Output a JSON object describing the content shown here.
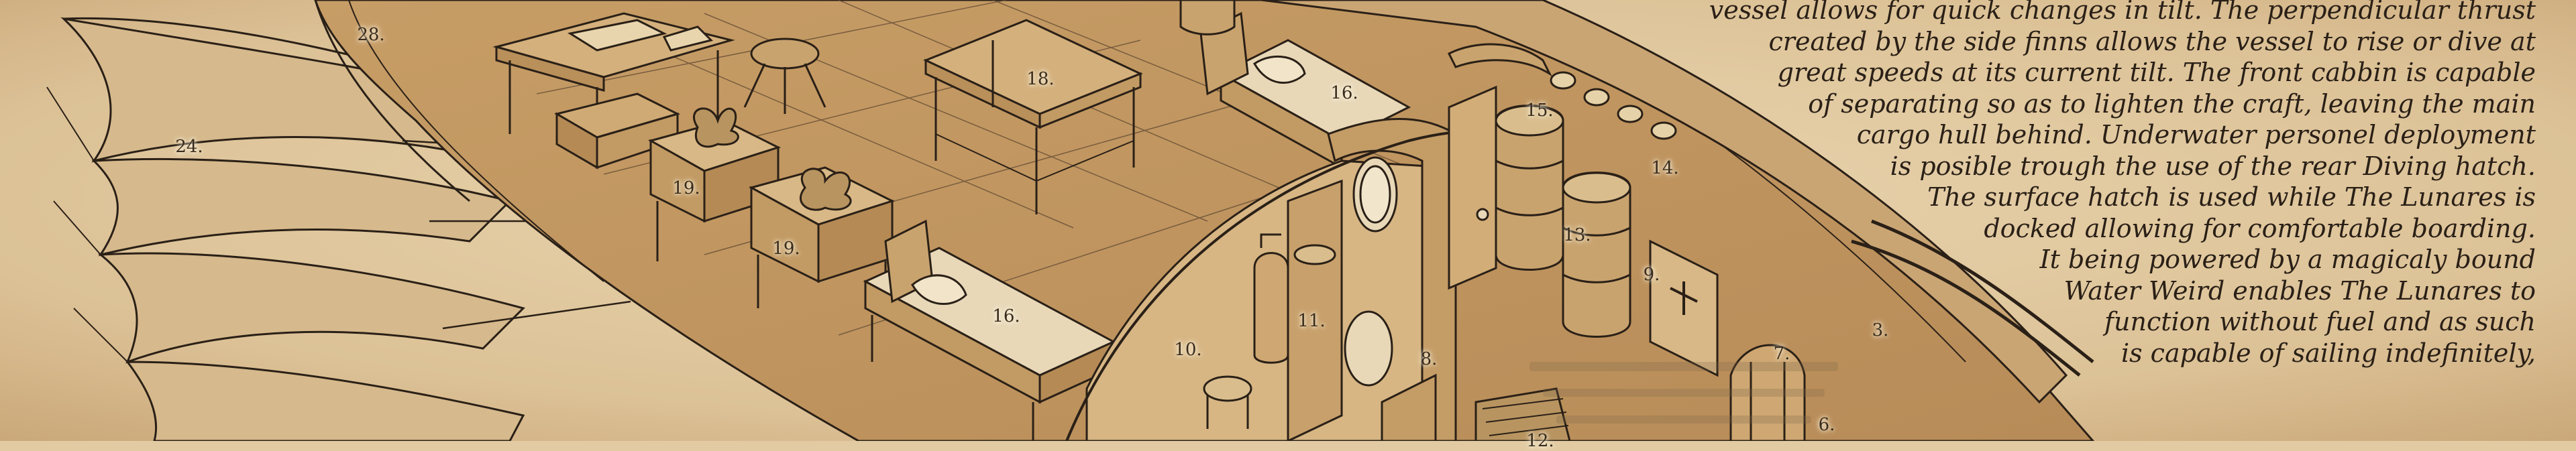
{
  "labels": {
    "n28": "28.",
    "n24": "24.",
    "n18": "18.",
    "n16a": "16.",
    "n16b": "16.",
    "n15": "15.",
    "n14": "14.",
    "n19a": "19.",
    "n19b": "19.",
    "n13": "13.",
    "n9": "9.",
    "n11": "11.",
    "n10": "10.",
    "n8": "8.",
    "n7": "7.",
    "n6": "6.",
    "n3": "3.",
    "n12": "12."
  },
  "description": [
    "vessel allows for quick changes in tilt. The perpendicular thrust",
    "created by the side finns allows the vessel to rise or dive  at",
    "great speeds at its current tilt. The front cabbin is capable",
    "of separating so as to lighten the craft, leaving the main",
    "cargo hull behind. Underwater personel deployment",
    "is posible trough the use of the rear Diving hatch.",
    "The surface hatch is used while The Lunares is",
    "docked allowing for comfortable boarding.",
    "It being powered by a magicaly bound",
    "Water Weird enables The Lunares to",
    "function without fuel and as such",
    "is capable of sailing indefinitely,"
  ],
  "colors": {
    "parchment": "#e2cba2",
    "ink": "#2a2017",
    "wood": "#c9a36e"
  }
}
